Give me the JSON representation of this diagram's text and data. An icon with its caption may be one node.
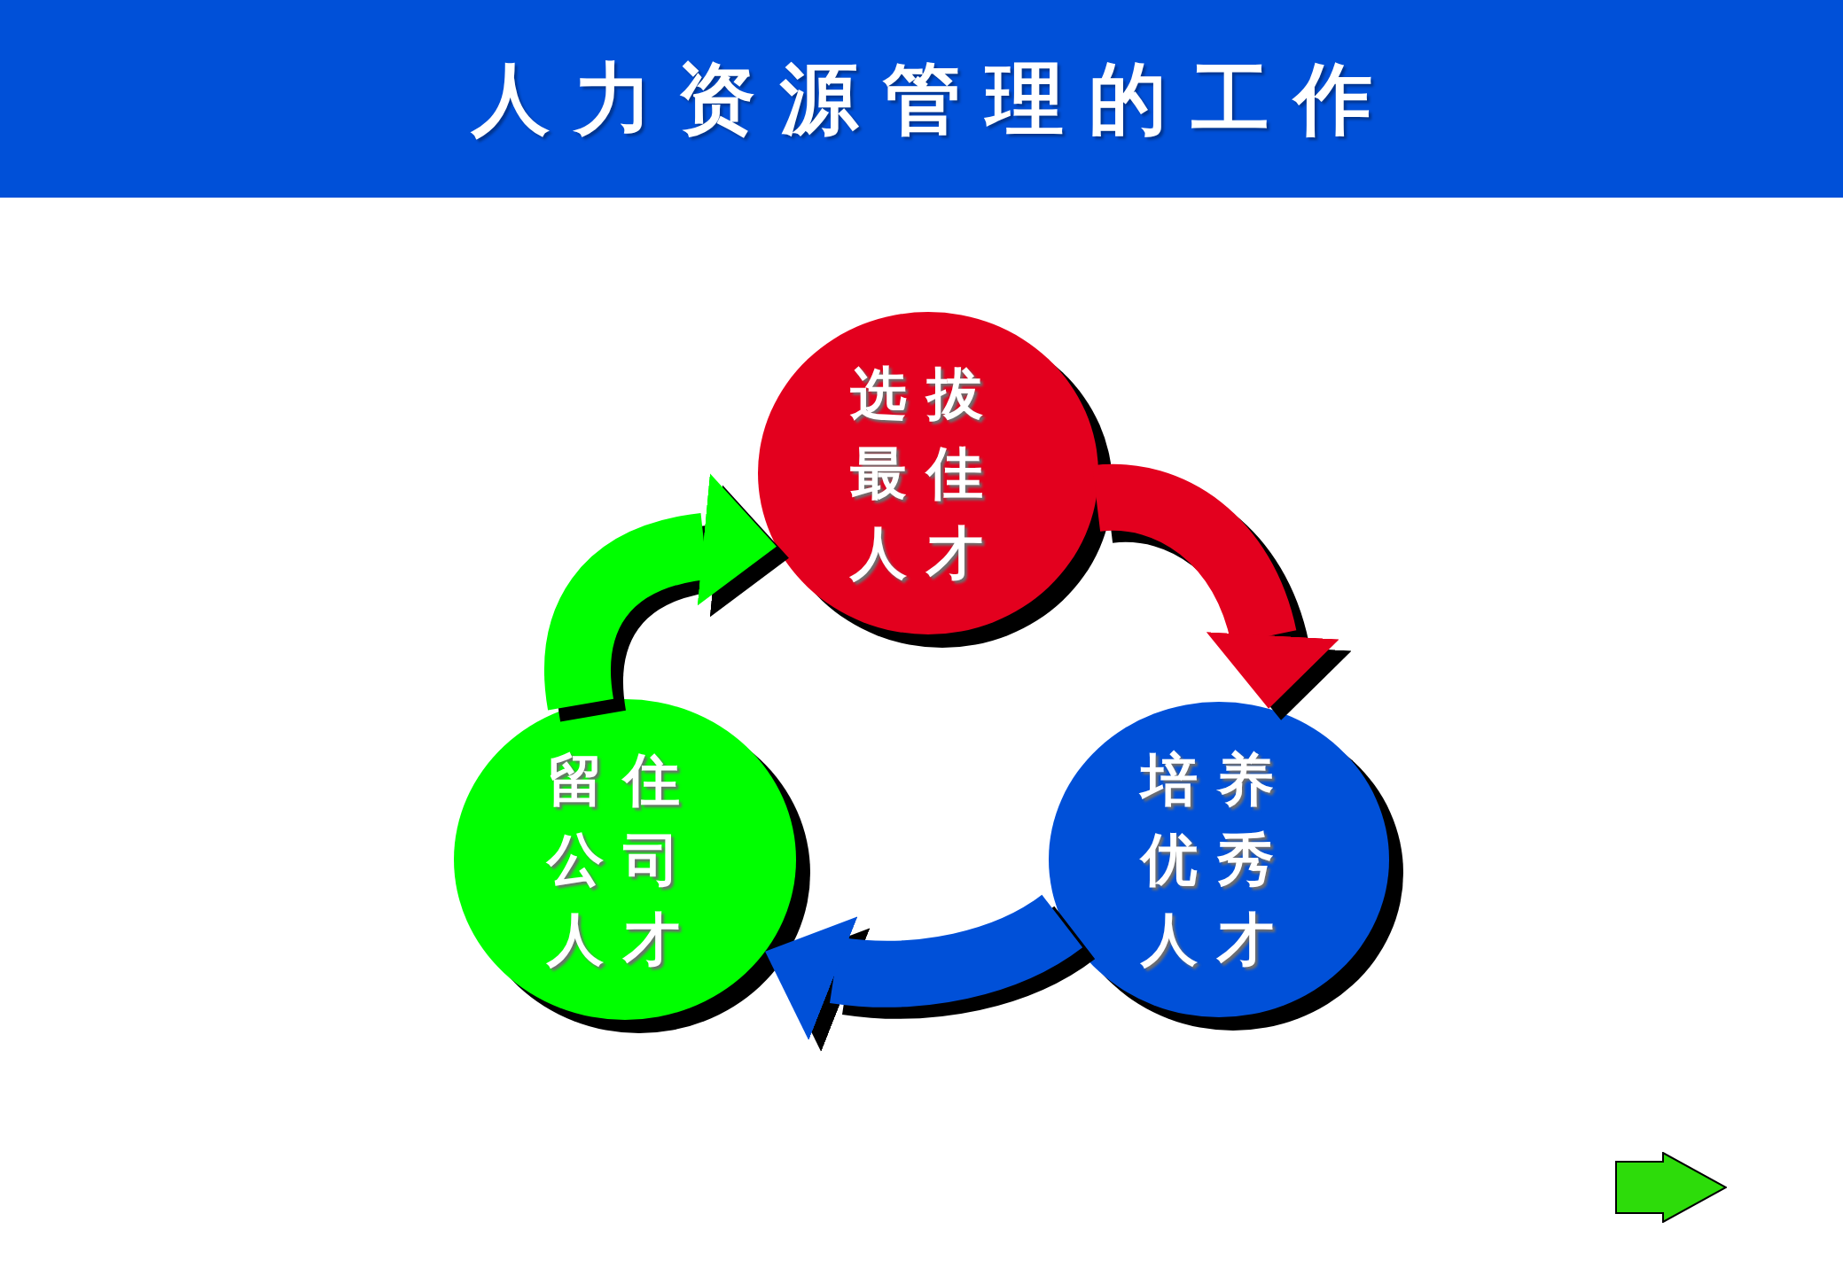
{
  "diagram": {
    "title": "人力资源管理的工作",
    "nodes": [
      {
        "text": [
          "选拔最佳人才"
        ]
      },
      {
        "text": [
          "培养优秀人才"
        ]
      },
      {
        "text": [
          "留住公司人才"
        ]
      }
    ],
    "edges": [
      {
        "from": 0,
        "to": 1,
        "arrow": "to",
        "color": "#e3001e"
      },
      {
        "from": 1,
        "to": 2,
        "arrow": "to",
        "color": "#0050d8"
      },
      {
        "from": 2,
        "to": 0,
        "arrow": "to",
        "color": "#00ff00"
      }
    ]
  }
}
